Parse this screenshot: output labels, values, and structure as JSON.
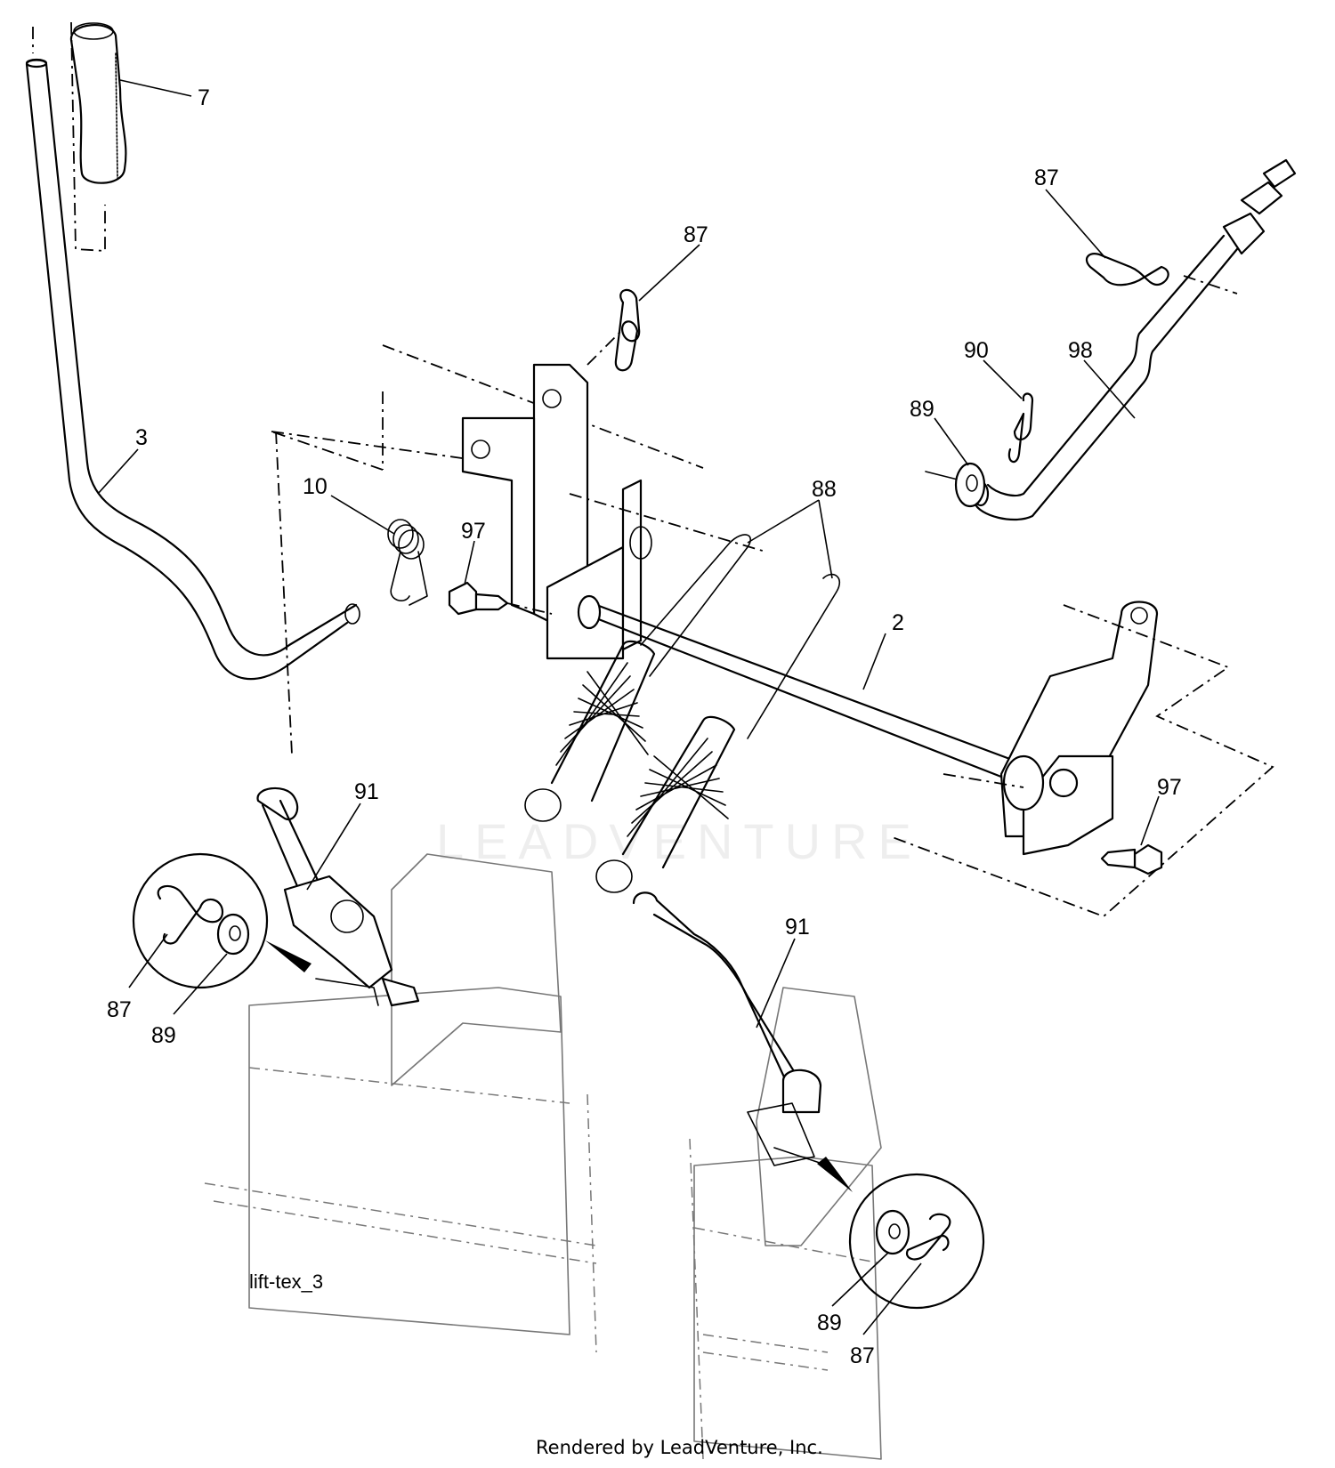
{
  "diagram_label": "lift-tex_3",
  "footer": "Rendered by LeadVenture, Inc.",
  "watermark": "LEADVENTURE",
  "callouts": {
    "c7": "7",
    "c3": "3",
    "c10": "10",
    "c97a": "97",
    "c87a": "87",
    "c88": "88",
    "c87b": "87",
    "c90": "90",
    "c98": "98",
    "c89a": "89",
    "c2": "2",
    "c97b": "97",
    "c91a": "91",
    "c87c": "87",
    "c89b": "89",
    "c91b": "91",
    "c89c": "89",
    "c87d": "87"
  }
}
